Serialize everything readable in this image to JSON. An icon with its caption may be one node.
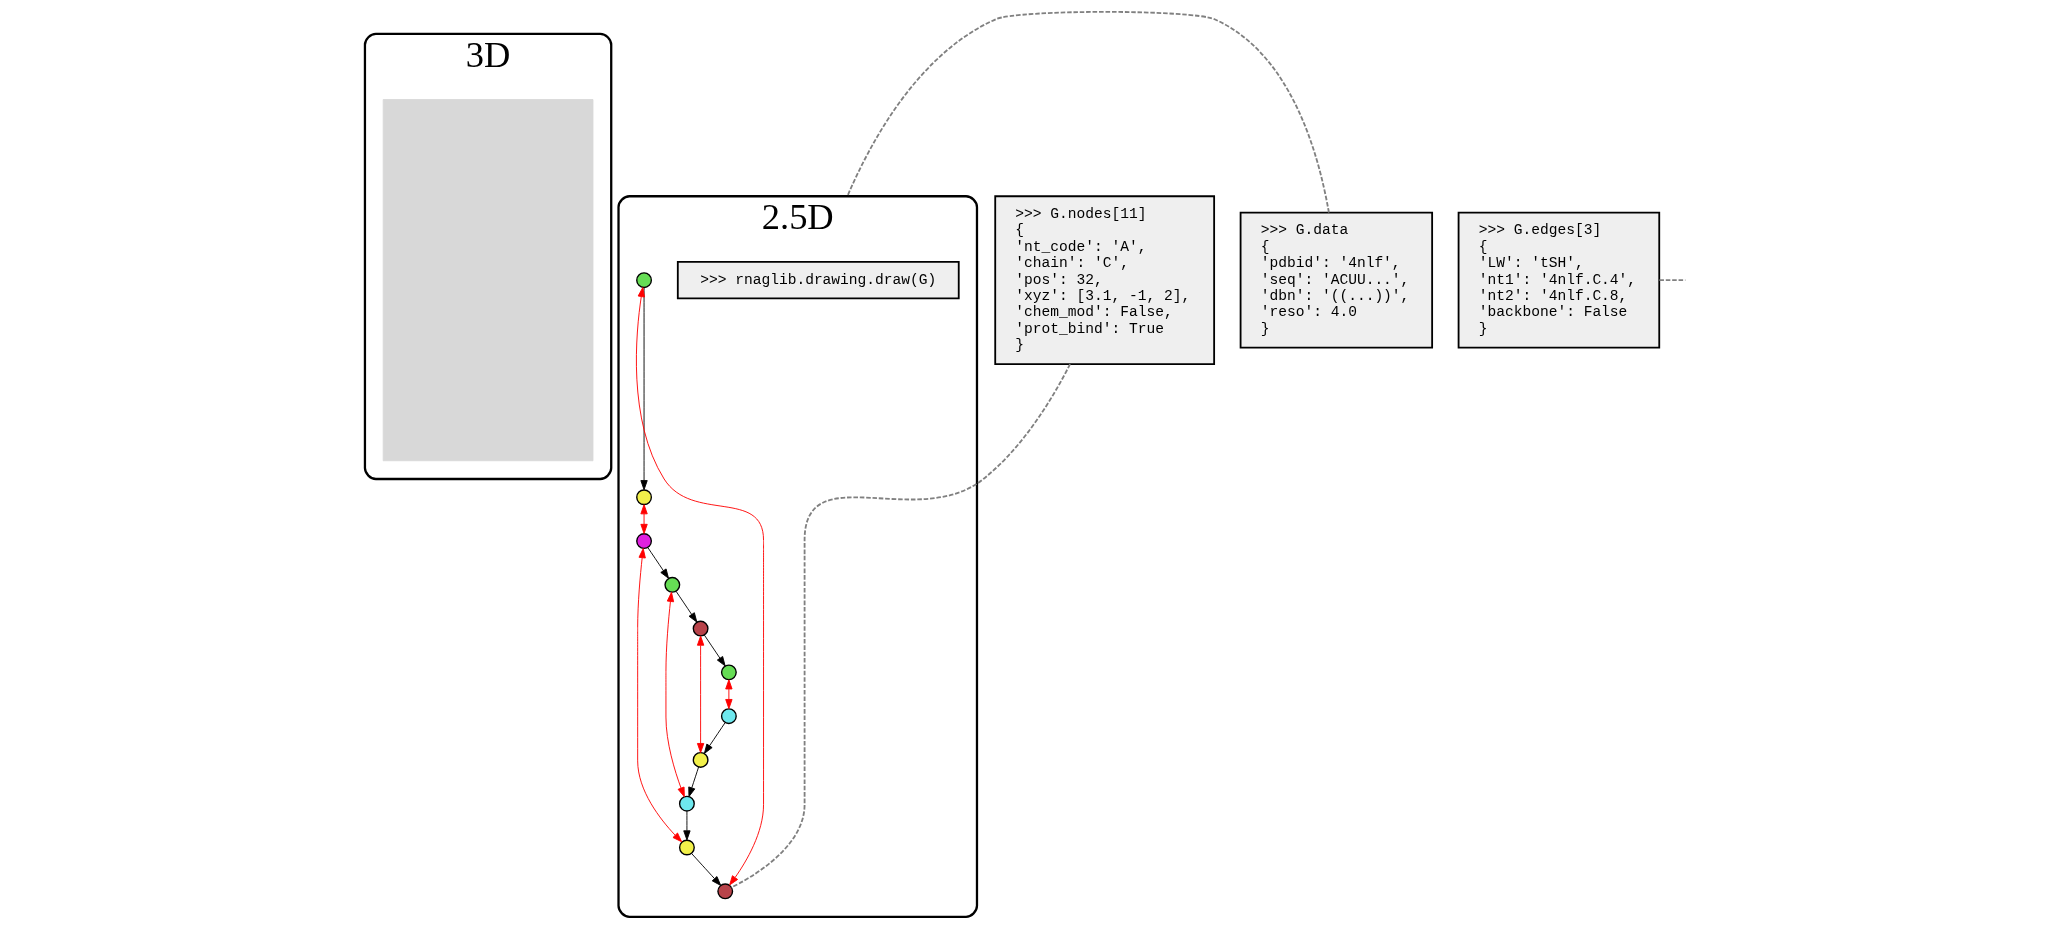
{
  "diagram": {
    "nodes": [
      {
        "text": [
          "3D"
        ]
      },
      {
        "text": [],
        "shape": "box",
        "in": 0
      },
      {
        "text": [
          "2.5D"
        ]
      },
      {
        "text": [
          ">>> rnaglib.drawing.draw(G)"
        ],
        "in": 2
      },
      {
        "text": [],
        "shape": "circle",
        "in": 2
      },
      {
        "text": [],
        "shape": "circle",
        "in": 2
      },
      {
        "text": [],
        "shape": "circle",
        "in": 2
      },
      {
        "text": [],
        "shape": "circle",
        "in": 2
      },
      {
        "text": [],
        "shape": "circle",
        "in": 2
      },
      {
        "text": [],
        "shape": "circle",
        "in": 2
      },
      {
        "text": [],
        "shape": "circle",
        "in": 2
      },
      {
        "text": [],
        "shape": "circle",
        "in": 2
      },
      {
        "text": [],
        "shape": "circle",
        "in": 2
      },
      {
        "text": [],
        "shape": "circle",
        "in": 2
      },
      {
        "text": [],
        "shape": "circle",
        "in": 2
      },
      {
        "text": [
          ">>> G.data",
          "{",
          "'pdbid': '4nlf',",
          "'seq': 'ACUU...',",
          "'dbn': '((...))',",
          "'reso': 4.0",
          "}"
        ]
      },
      {
        "text": [
          ">>> G.edges[3]",
          "{",
          "'LW': 'tSH',",
          "'nt1': '4nlf.C.4',",
          "'nt2': '4nlf.C.8,",
          "'backbone': False",
          "}"
        ]
      },
      {
        "text": [
          ">>> G.nodes[11]",
          "{",
          "'nt_code': 'A',",
          "'chain': 'C',",
          "'pos': 32,",
          "'xyz': [3.1, -1, 2],",
          "'chem_mod': False,",
          "'prot_bind': True",
          "}"
        ]
      }
    ],
    "edges": [
      {
        "from": 4,
        "to": 5,
        "arrow": "to"
      },
      {
        "from": 7,
        "to": 9,
        "arrow": "to"
      },
      {
        "from": 9,
        "to": 11,
        "arrow": "to"
      },
      {
        "from": 11,
        "to": 13,
        "arrow": "to"
      },
      {
        "from": 14,
        "to": 12,
        "arrow": "to"
      },
      {
        "from": 12,
        "to": 10,
        "arrow": "to"
      },
      {
        "from": 10,
        "to": 8,
        "arrow": "to"
      },
      {
        "from": 8,
        "to": 6,
        "arrow": "to"
      },
      {
        "from": 4,
        "to": 6,
        "arrow": "both",
        "color": "#ff0000"
      },
      {
        "from": 5,
        "to": 7,
        "arrow": "both",
        "color": "#ff0000"
      },
      {
        "from": 7,
        "to": 8,
        "arrow": "both",
        "color": "#ff0000"
      },
      {
        "from": 9,
        "to": 10,
        "arrow": "both",
        "color": "#ff0000"
      },
      {
        "from": 11,
        "to": 12,
        "arrow": "both",
        "color": "#ff0000"
      },
      {
        "from": 13,
        "to": 14,
        "arrow": "both",
        "color": "#ff0000"
      },
      {
        "from": 15,
        "to": 2,
        "arrow": "none",
        "style": "dashed",
        "color": "#808080"
      },
      {
        "from": 17,
        "to": 6,
        "arrow": "none",
        "style": "dashed",
        "color": "#808080"
      },
      {
        "from": 16,
        "to": null,
        "arrow": "none",
        "style": "dashed",
        "color": "#808080"
      }
    ]
  }
}
